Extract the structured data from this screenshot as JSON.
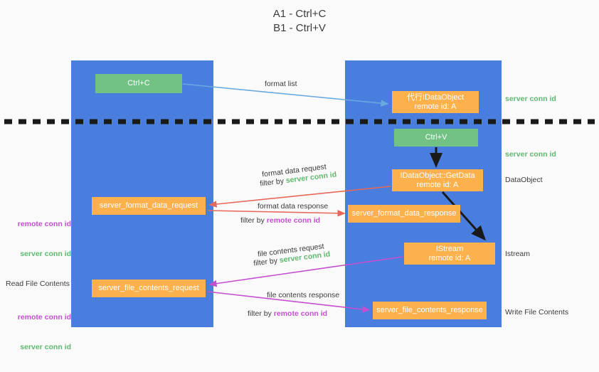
{
  "title": "A1 - Ctrl+C\nB1 - Ctrl+V",
  "colors": {
    "lane": "#4a7ede",
    "green_box": "#72c285",
    "orange_box": "#fcb14d",
    "server_conn_id": "#5fb86f",
    "remote_conn_id": "#c44fd0",
    "background": "#fafafa",
    "text": "#3c3c3c",
    "arrow_format_list": "#6aa9e0",
    "arrow_format_data": "#e8675b",
    "arrow_file_contents": "#c44fd0",
    "arrow_black": "#1a1a1a"
  },
  "lanes": {
    "left": {
      "name": "A1",
      "role": "remote"
    },
    "right": {
      "name": "B1",
      "role": "connection"
    }
  },
  "boxes": {
    "ctrl_c": {
      "label": "Ctrl+C",
      "style": "green"
    },
    "proxy_idataobject": {
      "line1": "代行IDataObject",
      "line2": "remote id: A",
      "style": "orange"
    },
    "ctrl_v": {
      "label": "Ctrl+V",
      "style": "green"
    },
    "getdata": {
      "line1": "IDataObject::GetData",
      "line2": "remote id: A",
      "style": "orange"
    },
    "server_format_data_request": {
      "label": "server_format_data_request",
      "style": "orange"
    },
    "server_format_data_response": {
      "label": "server_format_data_response",
      "style": "orange"
    },
    "istream": {
      "line1": "IStream",
      "line2": "remote id: A",
      "style": "orange"
    },
    "server_file_contents_request": {
      "label": "server_file_contents_request",
      "style": "orange"
    },
    "server_file_contents_response": {
      "label": "server_file_contents_response",
      "style": "orange"
    }
  },
  "edges": {
    "format_list": "format list",
    "format_data_request": "format data request",
    "format_data_request_filter_prefix": "filter by ",
    "format_data_request_filter_value": "server conn id",
    "format_data_response": "format data response",
    "format_data_response_filter_prefix": "filter by ",
    "format_data_response_filter_value": "remote conn id",
    "file_contents_request": "file contents request",
    "file_contents_request_filter_prefix": "filter by ",
    "file_contents_request_filter_value": "server conn id",
    "file_contents_response": "file contents response",
    "file_contents_response_filter_prefix": "filter by ",
    "file_contents_response_filter_value": "remote conn id"
  },
  "annotations": {
    "left_mid_remote": "remote conn id",
    "left_mid_server": "server conn id",
    "read_file_contents": "Read File Contents",
    "left_bot_remote": "remote conn id",
    "left_bot_server": "server conn id",
    "right_server_conn_1": "server conn id",
    "right_server_conn_2": "server conn id",
    "right_dataobject": "DataObject",
    "right_istream": "Istream",
    "right_write_file_contents": "Write File Contents"
  }
}
